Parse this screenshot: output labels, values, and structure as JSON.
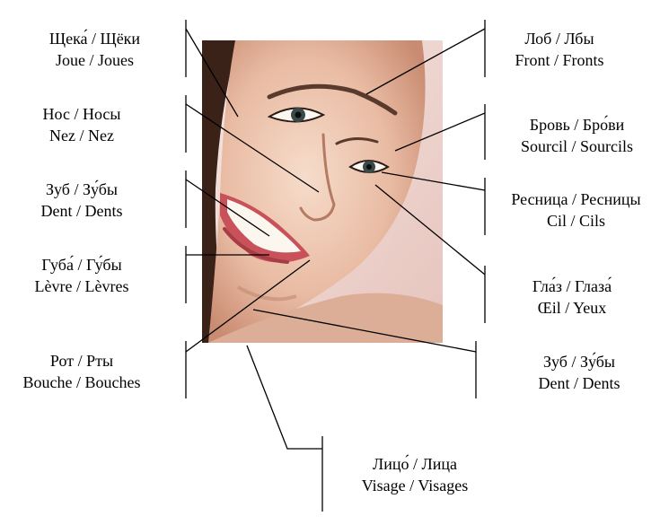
{
  "labels": {
    "cheek": {
      "ru": "Щека́ / Щёки",
      "fr": "Joue / Joues"
    },
    "nose": {
      "ru": "Нос / Носы",
      "fr": "Nez / Nez"
    },
    "tooth_left": {
      "ru": "Зуб / Зу́бы",
      "fr": "Dent / Dents"
    },
    "lip": {
      "ru": "Губа́ / Гу́бы",
      "fr": "Lèvre / Lèvres"
    },
    "mouth": {
      "ru": "Рот / Рты",
      "fr": "Bouche / Bouches"
    },
    "forehead": {
      "ru": "Лоб / Лбы",
      "fr": "Front / Fronts"
    },
    "eyebrow": {
      "ru": "Бровь / Бро́ви",
      "fr": "Sourcil / Sourcils"
    },
    "eyelash": {
      "ru": "Ресница / Ресницы",
      "fr": "Cil / Cils"
    },
    "eye": {
      "ru": "Гла́з / Глаза́",
      "fr": "Œil / Yeux"
    },
    "tooth_right": {
      "ru": "Зуб / Зу́бы",
      "fr": "Dent / Dents"
    },
    "face": {
      "ru": "Лицо́ / Лица",
      "fr": "Visage / Visages"
    }
  },
  "colors": {
    "skin_light": "#f3d6c4",
    "skin_mid": "#e2b199",
    "skin_shadow": "#b97c63",
    "background_pink": "#f1d9d3",
    "hair_dark": "#2a1a14",
    "lips": "#c9525a",
    "teeth": "#fbf6ee",
    "line": "#000000"
  }
}
